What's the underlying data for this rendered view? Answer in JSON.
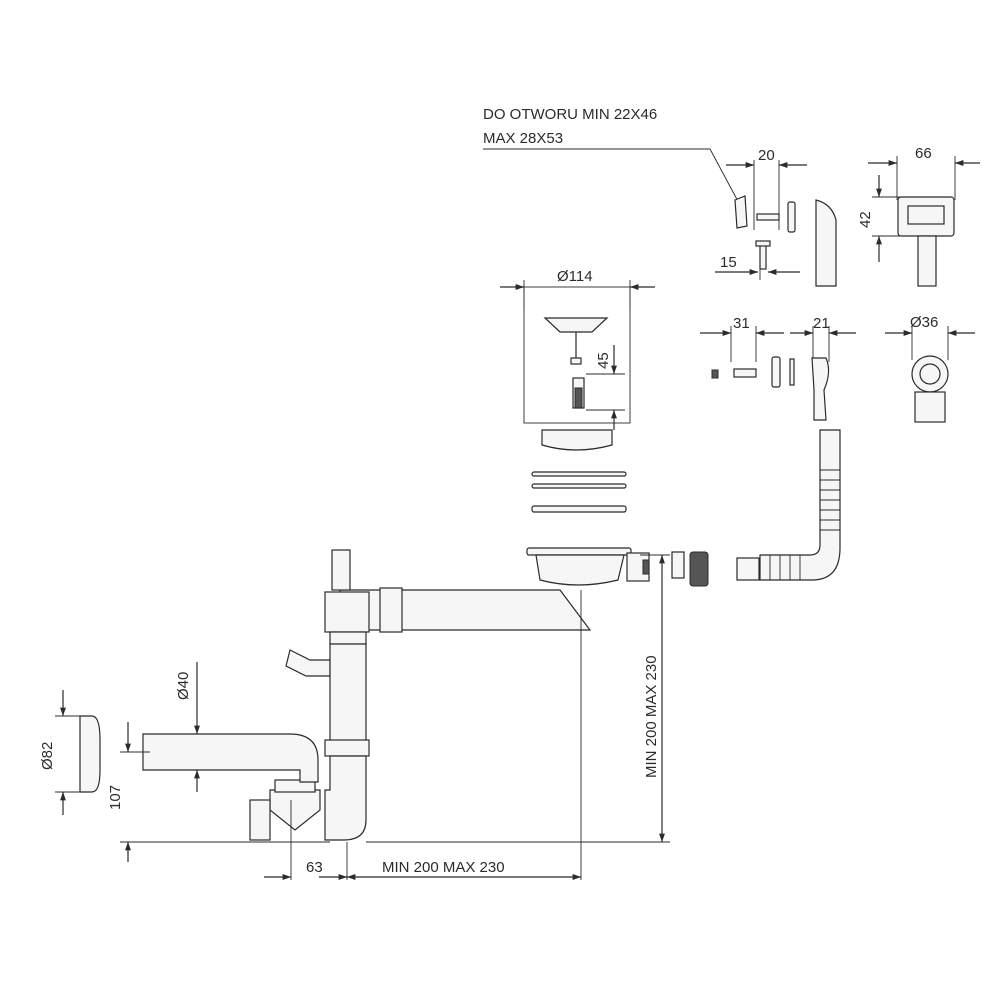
{
  "note": {
    "line1": "DO OTWORU MIN 22X46",
    "line2": "MAX 28X53"
  },
  "dimensions": {
    "d20": "20",
    "d66": "66",
    "d42": "42",
    "d15": "15",
    "d114": "Ø114",
    "d45": "45",
    "d31": "31",
    "d21": "21",
    "d36": "Ø36",
    "d40": "Ø40",
    "d82": "Ø82",
    "d107": "107",
    "d63": "63",
    "horiz_range": "MIN 200 MAX 230",
    "vert_range": "MIN 200 MAX 230"
  },
  "colors": {
    "line": "#2b2b2b",
    "fill": "#f6f6f6",
    "dark": "#555555"
  }
}
